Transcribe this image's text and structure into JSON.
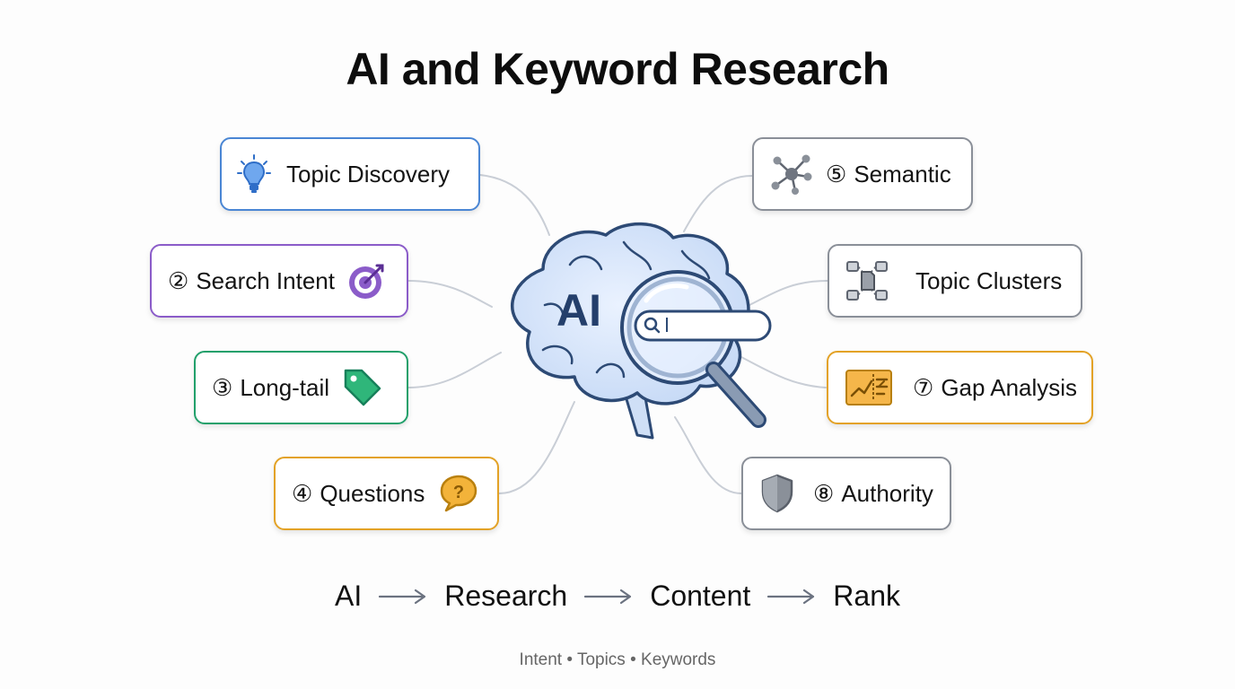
{
  "title": "AI and Keyword Research",
  "center": {
    "brain_label": "AI",
    "search_placeholder": ""
  },
  "nodes": [
    {
      "label": "Topic Discovery",
      "number": "",
      "icon": "lightbulb-icon",
      "color": "#4a86d4"
    },
    {
      "label": "Search Intent",
      "number": "②",
      "icon": "target-icon",
      "color": "#8b5cc9"
    },
    {
      "label": "Long-tail",
      "number": "③",
      "icon": "tag-icon",
      "color": "#22a06b"
    },
    {
      "label": "Questions",
      "number": "④",
      "icon": "question-bubble-icon",
      "color": "#e3a226"
    },
    {
      "label": "Semantic",
      "number": "⑤",
      "icon": "network-icon",
      "color": "#8a8f98"
    },
    {
      "label": "Topic Clusters",
      "number": "",
      "icon": "cluster-icon",
      "color": "#8a8f98"
    },
    {
      "label": "Gap Analysis",
      "number": "⑦",
      "icon": "chart-gap-icon",
      "color": "#e3a226"
    },
    {
      "label": "Authority",
      "number": "⑧",
      "icon": "shield-icon",
      "color": "#8a8f98"
    }
  ],
  "flow": [
    "AI",
    "Research",
    "Content",
    "Rank"
  ],
  "footer": "Intent • Topics • Keywords"
}
